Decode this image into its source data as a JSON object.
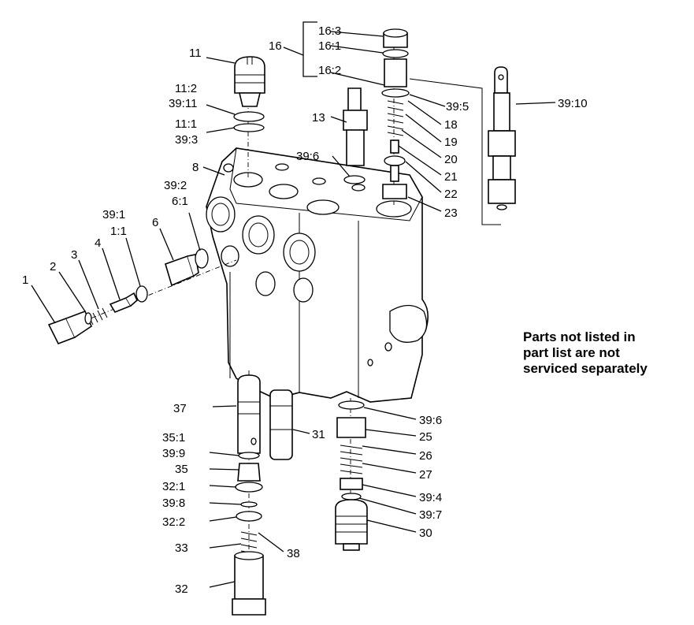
{
  "note": {
    "lines": [
      "Parts not listed in",
      "part list are not",
      "serviced separately"
    ]
  },
  "labels": {
    "l1": "1",
    "l2": "2",
    "l3": "3",
    "l4": "4",
    "l1_1": "1:1",
    "l39_1": "39:1",
    "l6": "6",
    "l6_1": "6:1",
    "l39_2": "39:2",
    "l8": "8",
    "l11": "11",
    "l11_2": "11:2",
    "l39_11": "39:11",
    "l11_1": "11:1",
    "l39_3": "39:3",
    "l13": "13",
    "l39_6a": "39:6",
    "l16": "16",
    "l16_3": "16:3",
    "l16_1": "16:1",
    "l16_2": "16:2",
    "l39_5": "39:5",
    "l18": "18",
    "l19": "19",
    "l20": "20",
    "l21": "21",
    "l22": "22",
    "l23": "23",
    "l39_10": "39:10",
    "l37": "37",
    "l35_1": "35:1",
    "l39_9": "39:9",
    "l35": "35",
    "l32_1": "32:1",
    "l39_8": "39:8",
    "l32_2": "32:2",
    "l33": "33",
    "l38": "38",
    "l32": "32",
    "l31": "31",
    "l39_6b": "39:6",
    "l25": "25",
    "l26": "26",
    "l27": "27",
    "l39_4": "39:4",
    "l39_7": "39:7",
    "l30": "30"
  }
}
